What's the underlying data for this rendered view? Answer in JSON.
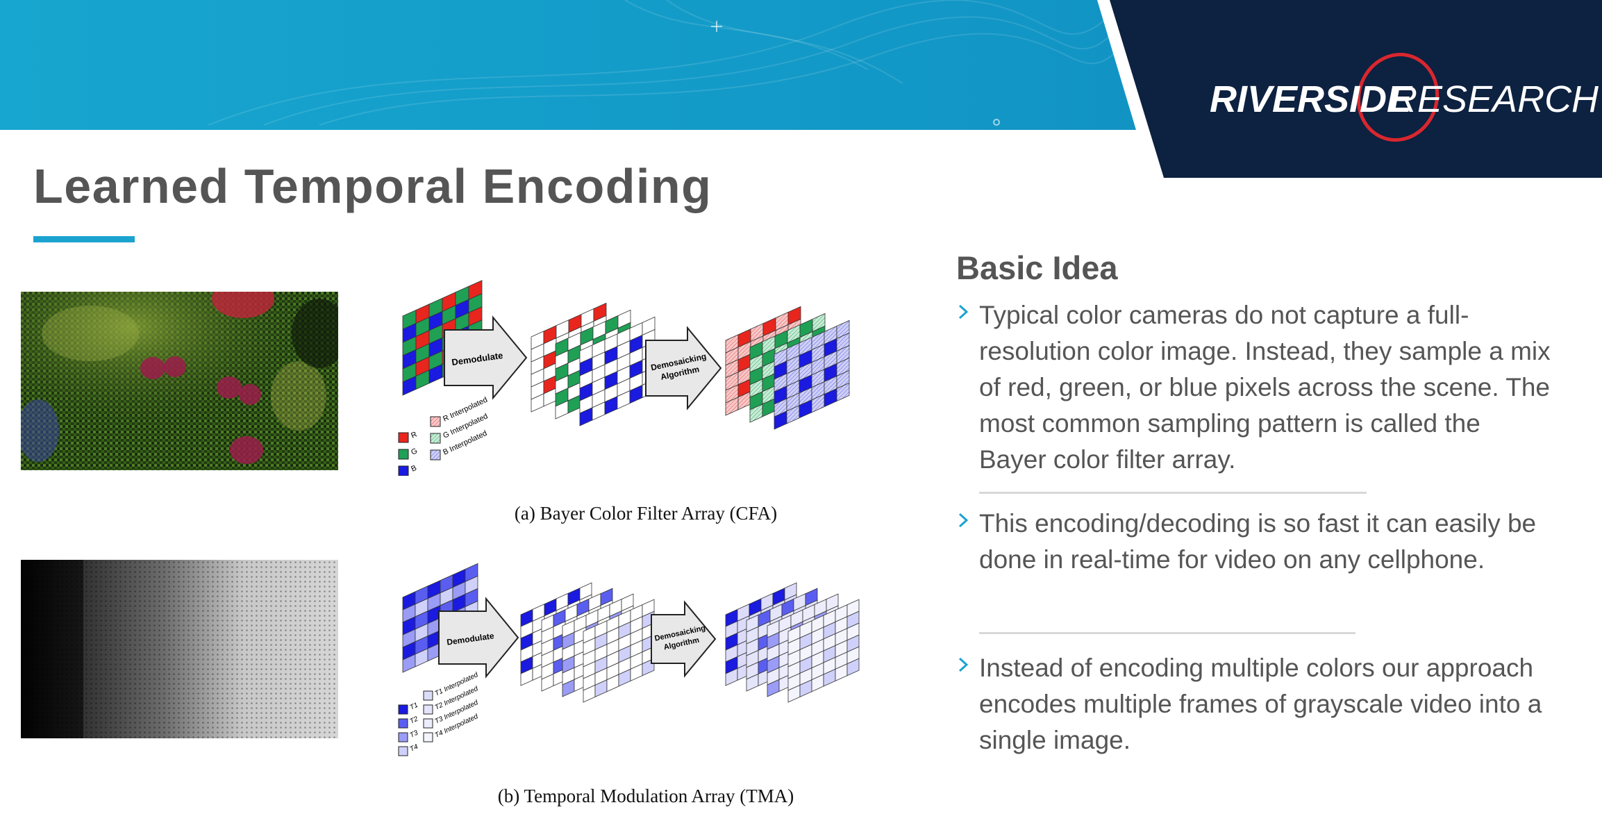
{
  "header": {
    "logo_text_bold": "RIVERSIDE",
    "logo_text_light": "RESEARCH",
    "colors": {
      "banner_blue": "#1aa3cf",
      "navy": "#0d2140",
      "logo_ring": "#d9272e"
    }
  },
  "slide": {
    "title": "Learned Temporal Encoding",
    "accent_color": "#1aa3cf"
  },
  "figures": {
    "cfa": {
      "caption": "(a) Bayer Color Filter Array (CFA)",
      "arrow1": "Demodulate",
      "arrow2_line1": "Demosaicking",
      "arrow2_line2": "Algorithm",
      "legend": [
        "R",
        "G",
        "B"
      ],
      "legend_interp": [
        "R Interpolated",
        "G Interpolated",
        "B Interpolated"
      ]
    },
    "tma": {
      "caption": "(b) Temporal Modulation Array (TMA)",
      "arrow1": "Demodulate",
      "arrow2_line1": "Demosaicking",
      "arrow2_line2": "Algorithm",
      "legend": [
        "T1",
        "T2",
        "T3",
        "T4"
      ],
      "legend_interp": [
        "T1 Interpolated",
        "T2 Interpolated",
        "T3 Interpolated",
        "T4 Interpolated"
      ]
    }
  },
  "basic_idea": {
    "heading": "Basic Idea",
    "bullets": [
      "Typical color cameras do not capture a full-resolution color image. Instead, they sample a mix of red, green, or blue pixels across the scene. The most common sampling pattern is called the Bayer color filter array.",
      "This encoding/decoding is so fast it can easily be done in real-time for video on any cellphone.",
      "Instead of encoding multiple colors our approach encodes multiple frames of grayscale video into a single image."
    ]
  }
}
